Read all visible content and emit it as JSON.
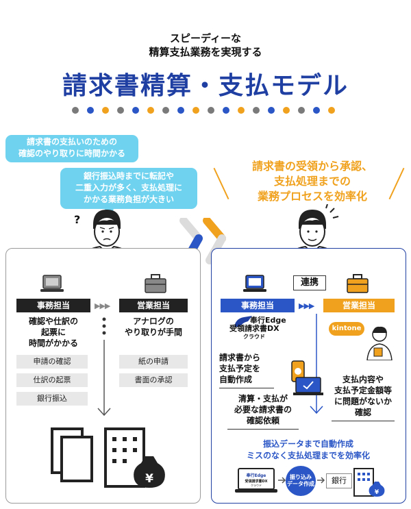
{
  "header": {
    "subtitle_line1": "スピーディーな",
    "subtitle_line2": "精算支払業務を実現する",
    "title": "請求書精算・支払モデル",
    "dot_colors": [
      "#7a7a7a",
      "#2a56c6",
      "#f0a21e",
      "#7a7a7a",
      "#2a56c6",
      "#f0a21e",
      "#7a7a7a",
      "#2a56c6",
      "#f0a21e",
      "#7a7a7a",
      "#2a56c6",
      "#f0a21e",
      "#7a7a7a",
      "#2a56c6",
      "#f0a21e",
      "#7a7a7a",
      "#2a56c6",
      "#f0a21e"
    ]
  },
  "left": {
    "bubble1_line1": "請求書の支払いのための",
    "bubble1_line2": "確認のやり取りに時間かかる",
    "bubble2_line1": "銀行振込時までに転記や",
    "bubble2_line2": "二重入力が多く、支払処理に",
    "bubble2_line3": "かかる業務負担が大きい",
    "question_mark": "?",
    "jimu_label": "事務担当",
    "eigyo_label": "営業担当",
    "arrows": "▶▶▶",
    "jimu_text_line1": "確認や仕訳の",
    "jimu_text_line2": "起票に",
    "jimu_text_line3": "時間がかかる",
    "eigyo_text_line1": "アナログの",
    "eigyo_text_line2": "やり取りが手間",
    "jimu_items": [
      "申請の確認",
      "仕訳の起票",
      "銀行振込"
    ],
    "eigyo_items": [
      "紙の申請",
      "書面の承認"
    ],
    "yen_symbol": "¥"
  },
  "right": {
    "headline_line1": "請求書の受領から承認、",
    "headline_line2": "支払処理までの",
    "headline_line3": "業務プロセスを効率化",
    "renkei": "連携",
    "jimu_label": "事務担当",
    "eigyo_label": "営業担当",
    "arrows": "▶▶▶",
    "product_line1": "奉行Edge",
    "product_line2": "受領請求書DX",
    "product_line3": "クラウド",
    "kintone": "kintone",
    "text1_line1": "請求書から",
    "text1_line2": "支払予定を",
    "text1_line3": "自動作成",
    "text2_line1": "清算・支払が",
    "text2_line2": "必要な請求書の",
    "text2_line3": "確認依頼",
    "text3_line1": "支払内容や",
    "text3_line2": "支払予定金額等",
    "text3_line3": "に問題がないか",
    "text3_line4": "確認",
    "bottom_line1": "振込データまで自動作成",
    "bottom_line2": "ミスのなく支払処理までを効率化",
    "circle_line1": "振り込み",
    "circle_line2": "データ作成",
    "bank": "銀行",
    "laptop_line1": "奉行Edge",
    "laptop_line2": "受領請求書DX",
    "laptop_line3": "クラウド",
    "yen_symbol": "¥"
  }
}
